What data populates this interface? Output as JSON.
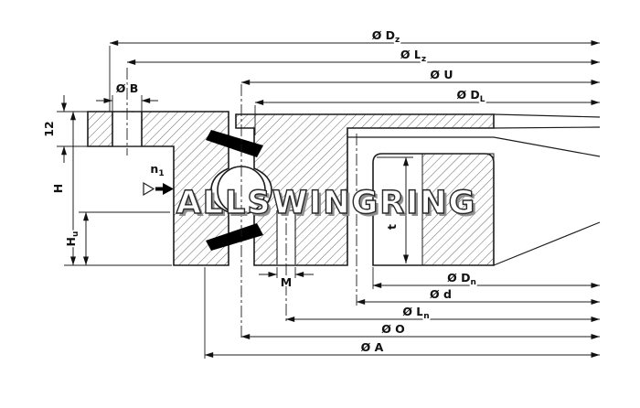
{
  "drawing": {
    "watermark": "ALLSWINGRING",
    "labels": {
      "dz": {
        "text": "Ø D",
        "sub": "z"
      },
      "lz": {
        "text": "Ø L",
        "sub": "z"
      },
      "u": {
        "text": "Ø U",
        "sub": ""
      },
      "dl": {
        "text": "Ø D",
        "sub": "L"
      },
      "b": {
        "text": "Ø B",
        "sub": ""
      },
      "flange_height": {
        "text": "12",
        "sub": ""
      },
      "h": {
        "text": "H",
        "sub": ""
      },
      "hu": {
        "text": "H",
        "sub": "u"
      },
      "n1": {
        "text": "n",
        "sub": "1"
      },
      "m": {
        "text": "M",
        "sub": ""
      },
      "t": {
        "text": "t",
        "sub": ""
      },
      "dn": {
        "text": "Ø D",
        "sub": "n"
      },
      "d": {
        "text": "Ø d",
        "sub": ""
      },
      "ln": {
        "text": "Ø L",
        "sub": "n"
      },
      "o": {
        "text": "Ø O",
        "sub": ""
      },
      "a": {
        "text": "Ø A",
        "sub": ""
      }
    },
    "colors": {
      "line": "#1c1c1c",
      "background": "#ffffff",
      "seal_fill": "#000000",
      "watermark_fill": "#ffffff",
      "watermark_outline": "#2a2a2a"
    }
  }
}
